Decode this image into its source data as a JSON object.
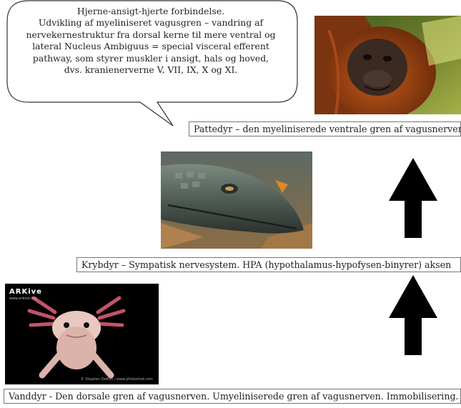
{
  "bubble": {
    "lines": [
      "Hjerne-ansigt-hjerte forbindelse.",
      "Udvikling af myeliniseret vagusgren – vandring af",
      "nervekernestruktur fra dorsal kerne til mere ventral og",
      "lateral Nucleus Ambiguus = special visceral efferent",
      "pathway, som styrer muskler i ansigt, hals og hoved,",
      "dvs. kranienerverne V, VII, IX, X og XI."
    ]
  },
  "levels": {
    "mammal": "Pattedyr – den myeliniserede ventrale gren af vagusnerven.",
    "reptile": "Krybdyr – Sympatisk nervesystem. HPA (hypothalamus-hypofysen-binyrer) aksen",
    "amphibian": "Vanddyr - Den dorsale gren af vagusnerven. Umyeliniserede gren af vagusnerven. Immobilisering."
  },
  "photos": {
    "orangutan": "orangutan-photo",
    "alligator": "alligator-photo",
    "axolotl": "axolotl-photo"
  },
  "watermark": {
    "logo": "ARKive",
    "site": "www.arkive.org",
    "credit": "© Stephen Dalton / www.photoshot.com"
  }
}
